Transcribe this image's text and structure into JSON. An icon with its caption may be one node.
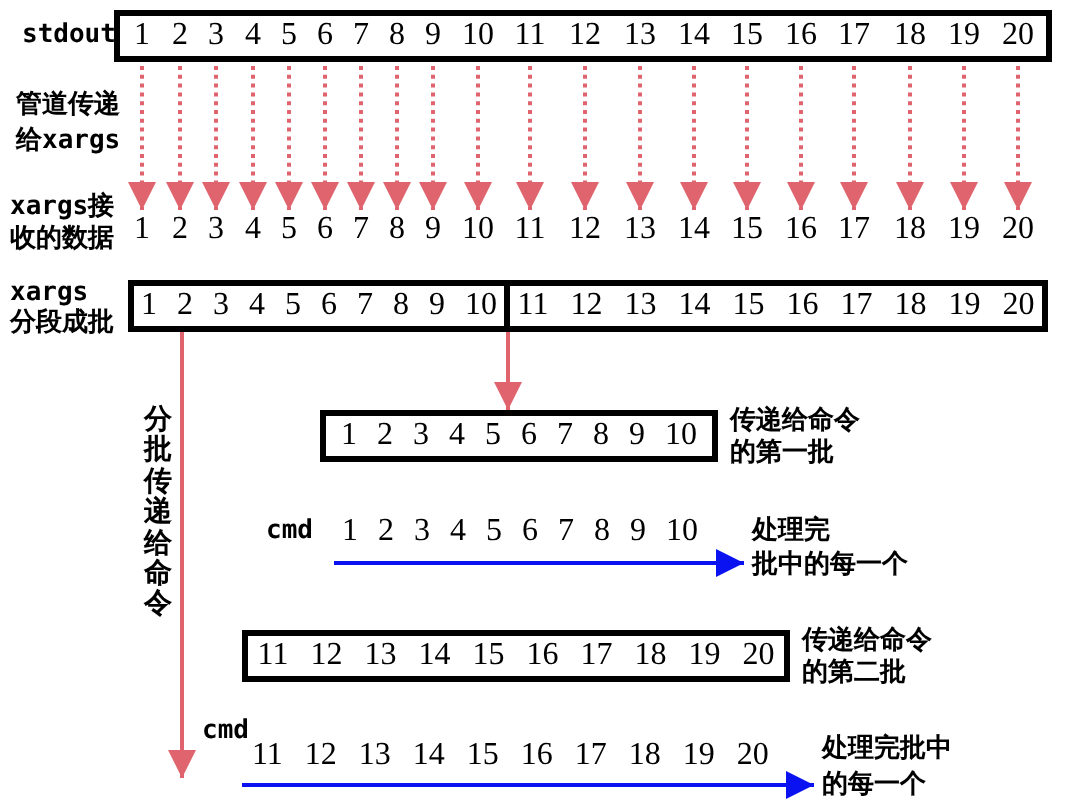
{
  "diagram": {
    "nodes": [
      {
        "text": [
          "stdout"
        ]
      },
      {
        "text": [
          "1"
        ],
        "in": 0
      },
      {
        "text": [
          "2"
        ],
        "in": 0
      },
      {
        "text": [
          "3"
        ],
        "in": 0
      },
      {
        "text": [
          "4"
        ],
        "in": 0
      },
      {
        "text": [
          "5"
        ],
        "in": 0
      },
      {
        "text": [
          "6"
        ],
        "in": 0
      },
      {
        "text": [
          "7"
        ],
        "in": 0
      },
      {
        "text": [
          "8"
        ],
        "in": 0
      },
      {
        "text": [
          "9"
        ],
        "in": 0
      },
      {
        "text": [
          "10"
        ],
        "in": 0
      },
      {
        "text": [
          "11"
        ],
        "in": 0
      },
      {
        "text": [
          "12"
        ],
        "in": 0
      },
      {
        "text": [
          "13"
        ],
        "in": 0
      },
      {
        "text": [
          "14"
        ],
        "in": 0
      },
      {
        "text": [
          "15"
        ],
        "in": 0
      },
      {
        "text": [
          "16"
        ],
        "in": 0
      },
      {
        "text": [
          "17"
        ],
        "in": 0
      },
      {
        "text": [
          "18"
        ],
        "in": 0
      },
      {
        "text": [
          "19"
        ],
        "in": 0
      },
      {
        "text": [
          "20"
        ],
        "in": 0
      },
      {
        "text": [
          "1"
        ]
      },
      {
        "text": [
          "2"
        ]
      },
      {
        "text": [
          "3"
        ]
      },
      {
        "text": [
          "4"
        ]
      },
      {
        "text": [
          "5"
        ]
      },
      {
        "text": [
          "6"
        ]
      },
      {
        "text": [
          "7"
        ]
      },
      {
        "text": [
          "8"
        ]
      },
      {
        "text": [
          "9"
        ]
      },
      {
        "text": [
          "10"
        ]
      },
      {
        "text": [
          "11"
        ]
      },
      {
        "text": [
          "12"
        ]
      },
      {
        "text": [
          "13"
        ]
      },
      {
        "text": [
          "14"
        ]
      },
      {
        "text": [
          "15"
        ]
      },
      {
        "text": [
          "16"
        ]
      },
      {
        "text": [
          "17"
        ]
      },
      {
        "text": [
          "18"
        ]
      },
      {
        "text": [
          "19"
        ]
      },
      {
        "text": [
          "20"
        ]
      },
      {
        "text": [
          "xargs分段成批"
        ]
      },
      {
        "text": [
          "1 2 3 4 5 6 7 8 9 10"
        ],
        "in": 41
      },
      {
        "text": [
          "11 12 13 14 15 16 17 18 19 20"
        ],
        "in": 41
      },
      {
        "text": [
          "1 2 3 4 5 6 7 8 9 10"
        ],
        "beside": [
          "传递给命令的第一批"
        ]
      },
      {
        "text": [
          "处理完批中的每一个"
        ]
      },
      {
        "text": [
          "11 12 13 14 15 16 17 18 19 20"
        ],
        "beside": [
          "传递给命令的第二批"
        ]
      },
      {
        "text": [
          "处理完批中的每一个"
        ]
      }
    ],
    "edges": [
      {
        "from": 1,
        "to": 21,
        "arrow": "to",
        "style": "dashed"
      },
      {
        "from": 2,
        "to": 22,
        "arrow": "to",
        "style": "dashed"
      },
      {
        "from": 3,
        "to": 23,
        "arrow": "to",
        "style": "dashed"
      },
      {
        "from": 4,
        "to": 24,
        "arrow": "to",
        "style": "dashed"
      },
      {
        "from": 5,
        "to": 25,
        "arrow": "to",
        "style": "dashed"
      },
      {
        "from": 6,
        "to": 26,
        "arrow": "to",
        "style": "dashed"
      },
      {
        "from": 7,
        "to": 27,
        "arrow": "to",
        "style": "dashed"
      },
      {
        "from": 8,
        "to": 28,
        "arrow": "to",
        "style": "dashed"
      },
      {
        "from": 9,
        "to": 29,
        "arrow": "to",
        "style": "dashed"
      },
      {
        "from": 10,
        "to": 30,
        "arrow": "to",
        "style": "dashed"
      },
      {
        "from": 11,
        "to": 31,
        "arrow": "to",
        "style": "dashed"
      },
      {
        "from": 12,
        "to": 32,
        "arrow": "to",
        "style": "dashed"
      },
      {
        "from": 13,
        "to": 33,
        "arrow": "to",
        "style": "dashed"
      },
      {
        "from": 14,
        "to": 34,
        "arrow": "to",
        "style": "dashed"
      },
      {
        "from": 15,
        "to": 35,
        "arrow": "to",
        "style": "dashed"
      },
      {
        "from": 16,
        "to": 36,
        "arrow": "to",
        "style": "dashed"
      },
      {
        "from": 17,
        "to": 37,
        "arrow": "to",
        "style": "dashed"
      },
      {
        "from": 18,
        "to": 38,
        "arrow": "to",
        "style": "dashed"
      },
      {
        "from": 19,
        "to": 39,
        "arrow": "to",
        "style": "dashed"
      },
      {
        "from": 20,
        "to": 40,
        "arrow": "to",
        "style": "dashed"
      },
      {
        "from": 42,
        "to": 44,
        "arrow": "to"
      },
      {
        "from": 41,
        "to": null,
        "arrow": "to",
        "label": "分批传递给命令"
      },
      {
        "from": null,
        "to": 45,
        "arrow": "to",
        "color": "#0b12f2"
      },
      {
        "from": null,
        "to": 47,
        "arrow": "to",
        "color": "#0b12f2"
      }
    ],
    "labels": [
      "管道传递给xargs",
      "xargs接收的数据",
      "cmd",
      "1 2 3 4 5 6 7 8 9 10",
      "cmd",
      "11 12 13 14 15 16 17 18 19 20"
    ]
  }
}
